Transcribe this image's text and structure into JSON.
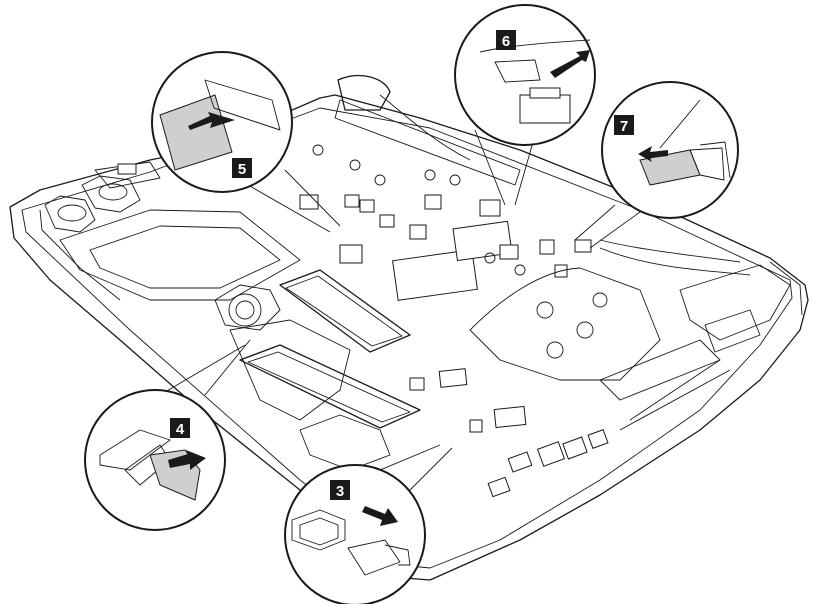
{
  "callouts": [
    {
      "id": "3",
      "label": "3"
    },
    {
      "id": "4",
      "label": "4"
    },
    {
      "id": "5",
      "label": "5"
    },
    {
      "id": "6",
      "label": "6"
    },
    {
      "id": "7",
      "label": "7"
    }
  ]
}
